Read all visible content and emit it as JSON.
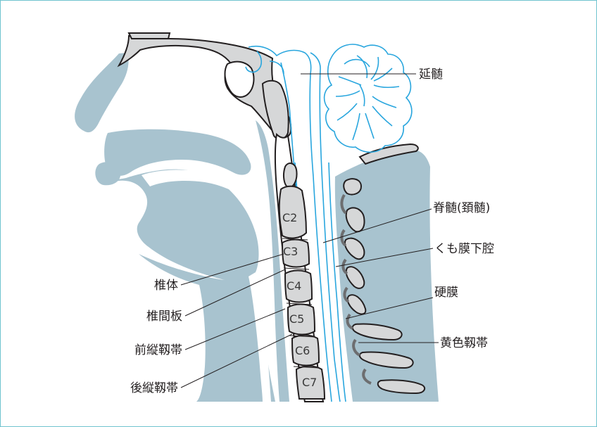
{
  "labels": {
    "medulla": "延髄",
    "spinal_cord": "脊髄(頚髄)",
    "subarachnoid": "くも膜下腔",
    "dura": "硬膜",
    "ligamentum_flavum": "黄色靱帯",
    "vertebral_body": "椎体",
    "disc": "椎間板",
    "anterior_ligament": "前縦靱帯",
    "posterior_ligament": "後縦靱帯"
  },
  "vertebrae": {
    "c2": "C2",
    "c3": "C3",
    "c4": "C4",
    "c5": "C5",
    "c6": "C6",
    "c7": "C7"
  },
  "colors": {
    "frame_border": "#6fc3cf",
    "tissue": "#a8c3cf",
    "bone_fill": "#d6d7d8",
    "bone_outline": "#231f20",
    "nerve_line": "#29a6de",
    "text": "#231f20"
  }
}
